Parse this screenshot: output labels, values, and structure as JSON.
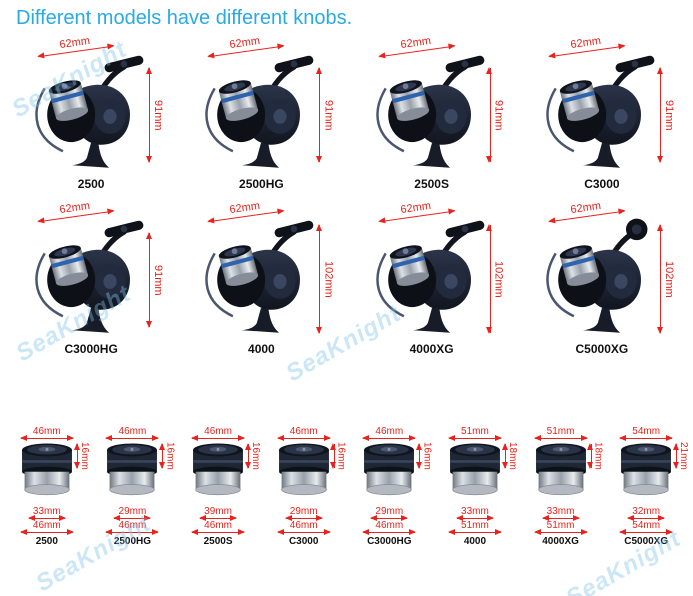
{
  "title": "Different models have different knobs.",
  "watermark": "SeaKnight",
  "colors": {
    "title": "#29abe2",
    "dimension": "#e8231d",
    "label": "#111111"
  },
  "reels": [
    {
      "model": "2500",
      "width": "62mm",
      "height": "91mm",
      "knob": "paddle"
    },
    {
      "model": "2500HG",
      "width": "62mm",
      "height": "91mm",
      "knob": "paddle"
    },
    {
      "model": "2500S",
      "width": "62mm",
      "height": "91mm",
      "knob": "paddle"
    },
    {
      "model": "C3000",
      "width": "62mm",
      "height": "91mm",
      "knob": "paddle"
    },
    {
      "model": "C3000HG",
      "width": "62mm",
      "height": "91mm",
      "knob": "paddle"
    },
    {
      "model": "4000",
      "width": "62mm",
      "height": "102mm",
      "knob": "paddle"
    },
    {
      "model": "4000XG",
      "width": "62mm",
      "height": "102mm",
      "knob": "paddle"
    },
    {
      "model": "C5000XG",
      "width": "62mm",
      "height": "102mm",
      "knob": "round"
    }
  ],
  "spools": [
    {
      "model": "2500",
      "top_width": "46mm",
      "side_height": "16mm",
      "inner_width": "33mm",
      "bottom_width": "46mm"
    },
    {
      "model": "2500HG",
      "top_width": "46mm",
      "side_height": "16mm",
      "inner_width": "29mm",
      "bottom_width": "46mm"
    },
    {
      "model": "2500S",
      "top_width": "46mm",
      "side_height": "16mm",
      "inner_width": "39mm",
      "bottom_width": "46mm"
    },
    {
      "model": "C3000",
      "top_width": "46mm",
      "side_height": "16mm",
      "inner_width": "29mm",
      "bottom_width": "46mm"
    },
    {
      "model": "C3000HG",
      "top_width": "46mm",
      "side_height": "16mm",
      "inner_width": "29mm",
      "bottom_width": "46mm"
    },
    {
      "model": "4000",
      "top_width": "51mm",
      "side_height": "18mm",
      "inner_width": "33mm",
      "bottom_width": "51mm"
    },
    {
      "model": "4000XG",
      "top_width": "51mm",
      "side_height": "18mm",
      "inner_width": "33mm",
      "bottom_width": "51mm"
    },
    {
      "model": "C5000XG",
      "top_width": "54mm",
      "side_height": "21mm",
      "inner_width": "32mm",
      "bottom_width": "54mm"
    }
  ]
}
